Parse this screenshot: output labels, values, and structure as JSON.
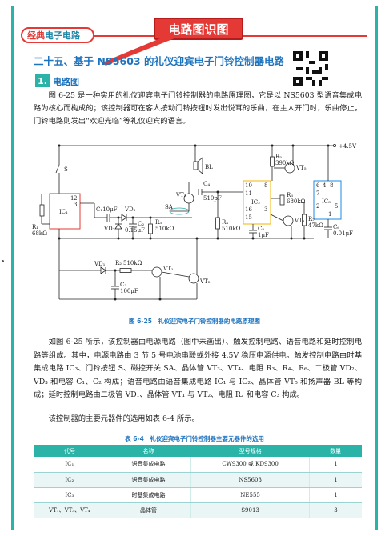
{
  "header": {
    "badge_red": "经典",
    "badge_rest": "电子电路",
    "callout": "电路图识图"
  },
  "section": {
    "title": "二十五、基于 NS5603 的礼仪迎宾电子门铃控制器电路",
    "sub_number": "1.",
    "sub_title": "电路图"
  },
  "paragraphs": {
    "intro": "图 6-25 是一种实用的礼仪迎宾电子门铃控制器的电路原理图，它是以 NS5603 型语音集成电路为核心而构成的；该控制器可在客人按动门铃按钮时发出悦耳的乐曲，在主人开门时，乐曲停止，门铃电路则发出“欢迎光临”等礼仪迎宾的语言。",
    "description": "如图 6-25 所示，该控制器由电源电路（图中未画出）、触发控制电路、语音电路和延时控制电路等组成。其中，电源电路由 3 节 5 号电池串联或外接 4.5V 稳压电源供电。触发控制电路由时基集成电路 IC₃、门铃按钮 S、磁控开关 SA、晶体管 VT₃、VT₄、电阻 R₃、R₄、R₆、二极管 VD₂、VD₃ 和电容 C₁、C₂ 构成；语音电路由语音集成电路 IC₁ 与 IC₂、晶体管 VT₅ 和扬声器 BL 等构成；延时控制电路由二极管 VD₁、晶体管 VT₁ 与 VT₂、电阻 R₂ 和电容 C₃ 构成。",
    "table_intro": "该控制器的主要元器件的选用如表 6-4 所示。"
  },
  "figure": {
    "caption": "图 6-25　礼仪迎宾电子门铃控制器的电路原理图",
    "labels": {
      "vcc": "+4.5V",
      "s": "S",
      "bl": "BL",
      "sa": "SA",
      "ic1": "IC₁",
      "ic2": "IC₂",
      "ic3": "IC₃",
      "r1": "R₁",
      "r1v": "68kΩ",
      "r2": "R₂",
      "r2v": "510kΩ",
      "r3": "R₃",
      "r3v": "510kΩ",
      "r4": "R₄",
      "r4v": "510kΩ",
      "r5": "R₅",
      "r5v": "390kΩ",
      "r6": "R₆",
      "r6v": "680kΩ",
      "r7": "R₇",
      "r7v": "47kΩ",
      "c1": "C₁10μF",
      "c2": "C₂",
      "c2v": "0.15μF",
      "c3": "C₃",
      "c3v": "100μF",
      "c4": "C₄",
      "c4v": "510pF",
      "c5": "C₅",
      "c5v": "1μF",
      "c6": "C₆",
      "c6v": "0.01μF",
      "vd1": "VD₁",
      "vd2": "VD₂",
      "vd3": "VD₃",
      "vt1": "VT₁",
      "vt2": "VT₂",
      "vt3": "VT₃",
      "vt4": "VT₄",
      "vt5": "VT₅",
      "p1": "1",
      "p2": "2",
      "p3": "3",
      "p8": "8",
      "p6": "6",
      "p7": "7",
      "p5": "5",
      "p4": "4",
      "p10": "10",
      "p11": "11",
      "p16": "16",
      "p15": "15",
      "p3b": "3",
      "p2b": "2",
      "p8b": "8",
      "p1b": "1"
    }
  },
  "table": {
    "caption": "表 6-4　礼仪迎宾电子门铃控制器主要元器件的选用",
    "headers": [
      "代号",
      "名称",
      "型号规格",
      "数量"
    ],
    "rows": [
      [
        "IC₁",
        "语音集成电路",
        "CW9300 或 KD9300",
        "1"
      ],
      [
        "IC₂",
        "语音集成电路",
        "NS5603",
        "1"
      ],
      [
        "IC₃",
        "时基集成电路",
        "NE555",
        "1"
      ],
      [
        "VT₁、VT₃、VT₄",
        "晶体管",
        "S9013",
        "3"
      ]
    ]
  },
  "colors": {
    "accent_teal": "#2bb3a8",
    "accent_red": "#e53935",
    "title_blue": "#1e73be"
  }
}
